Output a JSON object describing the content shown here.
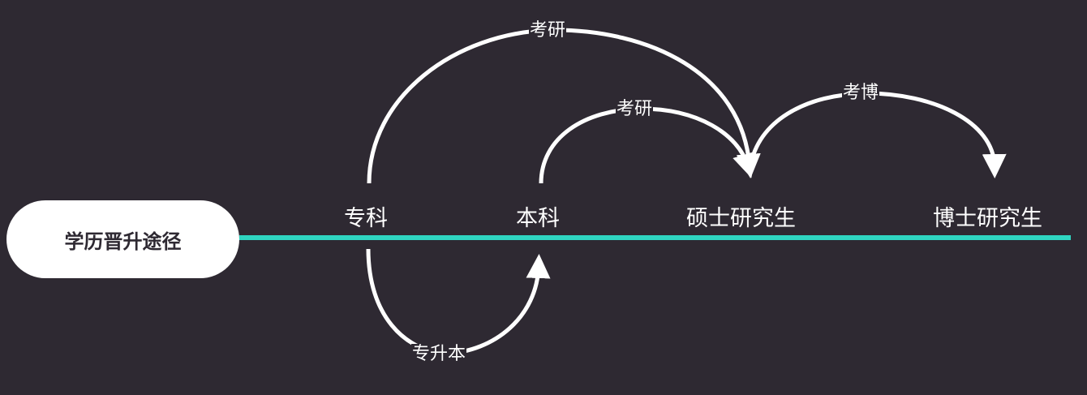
{
  "root": {
    "label": "学历晋升途径"
  },
  "colors": {
    "background": "#2e2932",
    "timeline": "#2fd5c1",
    "text": "#ffffff",
    "root_fill": "#ffffff"
  },
  "nodes": [
    {
      "id": "zhuanke",
      "label": "专科"
    },
    {
      "id": "benke",
      "label": "本科"
    },
    {
      "id": "shuoshi",
      "label": "硕士研究生"
    },
    {
      "id": "boshi",
      "label": "博士研究生"
    }
  ],
  "edges": [
    {
      "from": "专科",
      "to": "硕士研究生",
      "label": "考研"
    },
    {
      "from": "本科",
      "to": "硕士研究生",
      "label": "考研"
    },
    {
      "from": "硕士研究生",
      "to": "博士研究生",
      "label": "考博"
    },
    {
      "from": "专科",
      "to": "本科",
      "label": "专升本"
    }
  ]
}
